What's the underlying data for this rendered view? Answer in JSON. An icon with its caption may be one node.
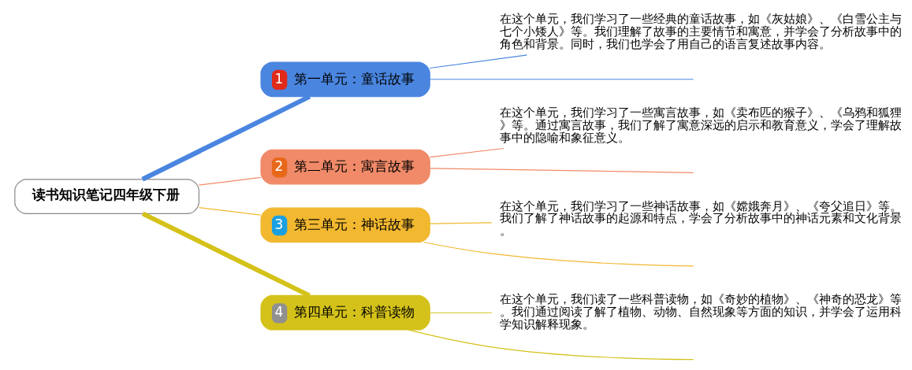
{
  "diagram": {
    "nodes": [
      {
        "text": [
          "读书知识笔记四年级下册"
        ]
      },
      {
        "text": [
          "1",
          "第一单元：童话故事"
        ]
      },
      {
        "text": [
          "在这个单元，我们学习了一些经典的童话故事，如《灰姑娘》、《白雪公主与七个小矮人》等。我们理解了故事的主要情节和寓意，并学会了分析故事中的角色和背景。同时，我们也学会了用自己的语言复述故事内容。"
        ]
      },
      {
        "text": [
          "2",
          "第二单元：寓言故事"
        ]
      },
      {
        "text": [
          "在这个单元，我们学习了一些寓言故事，如《卖布匹的猴子》、《乌鸦和狐狸》等。通过寓言故事，我们了解了寓意深远的启示和教育意义，学会了理解故事中的隐喻和象征意义。"
        ]
      },
      {
        "text": [
          "3",
          "第三单元：神话故事"
        ]
      },
      {
        "text": [
          "在这个单元，我们学习了一些神话故事，如《嫦娥奔月》、《夸父追日》等。我们了解了神话故事的起源和特点，学会了分析故事中的神话元素和文化背景。"
        ]
      },
      {
        "text": [
          "4",
          "第四单元：科普读物"
        ]
      },
      {
        "text": [
          "在这个单元，我们读了一些科普读物，如《奇妙的植物》、《神奇的恐龙》等。我们通过阅读了解了植物、动物、自然现象等方面的知识，并学会了运用科学知识解释现象。"
        ]
      }
    ],
    "edges": [
      {
        "from": 0,
        "to": 1,
        "arrow": "none",
        "style": "thick",
        "color": "#4a86e0"
      },
      {
        "from": 1,
        "to": null,
        "arrow": "none",
        "color": "#4a86e0"
      },
      {
        "from": 1,
        "to": 2,
        "arrow": "none",
        "color": "#4a86e0"
      },
      {
        "from": 0,
        "to": 3,
        "arrow": "none",
        "color": "#f08a68"
      },
      {
        "from": 3,
        "to": null,
        "arrow": "none",
        "color": "#f08a68"
      },
      {
        "from": 3,
        "to": 4,
        "arrow": "none",
        "color": "#f08a68"
      },
      {
        "from": 0,
        "to": 5,
        "arrow": "none",
        "color": "#f2b830"
      },
      {
        "from": 5,
        "to": null,
        "arrow": "none",
        "color": "#f2b830"
      },
      {
        "from": 5,
        "to": 6,
        "arrow": "none",
        "color": "#f2b830"
      },
      {
        "from": 0,
        "to": 7,
        "arrow": "none",
        "style": "thick",
        "color": "#d4c21a"
      },
      {
        "from": 7,
        "to": null,
        "arrow": "none",
        "color": "#d4c21a"
      },
      {
        "from": 7,
        "to": 8,
        "arrow": "none",
        "color": "#d4c21a"
      }
    ]
  }
}
